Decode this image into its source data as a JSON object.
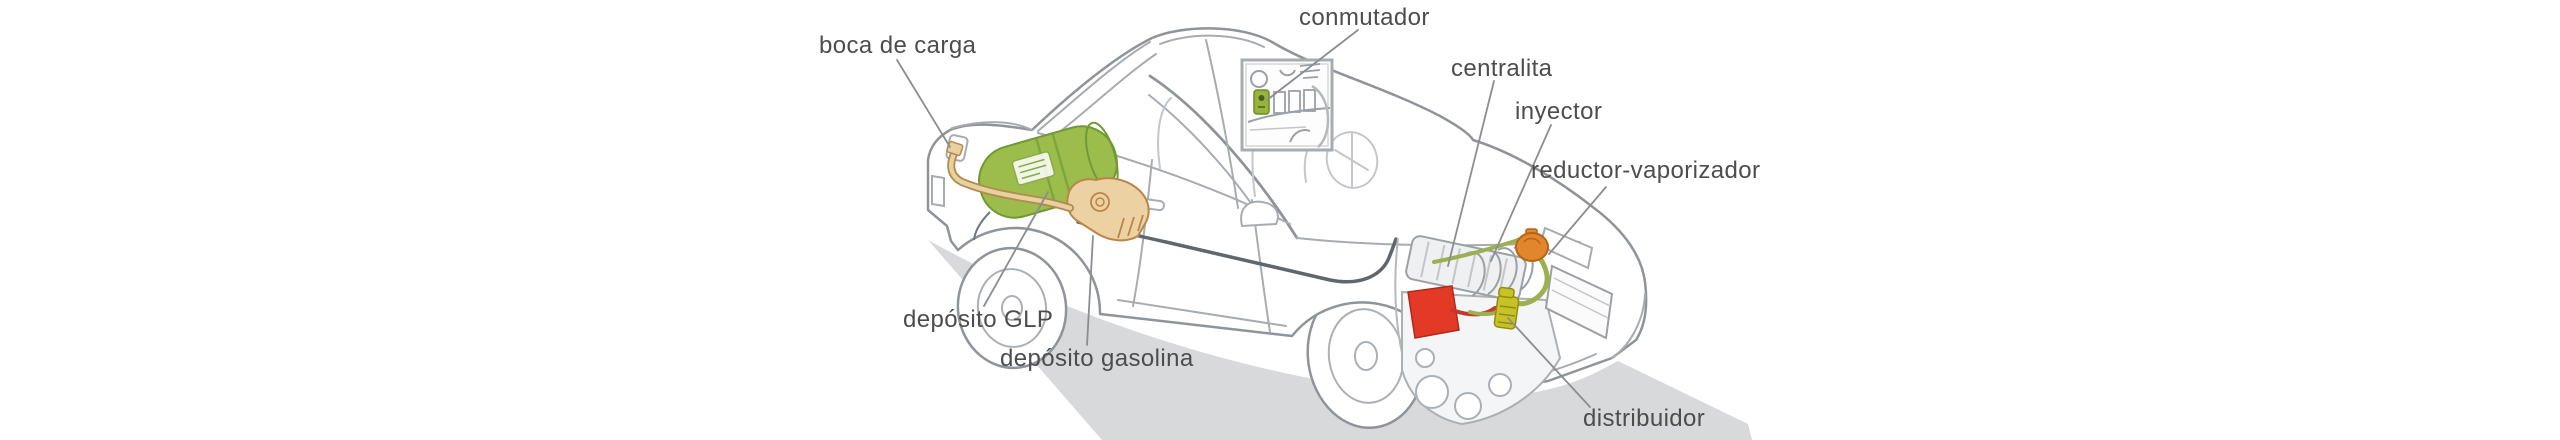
{
  "labels": {
    "boca_de_carga": "boca de carga",
    "conmutador": "conmutador",
    "centralita": "centralita",
    "inyector": "inyector",
    "reductor_vaporizador": "reductor-vaporizador",
    "deposito_glp": "depósito GLP",
    "deposito_gasolina": "depósito gasolina",
    "distribuidor": "distribuidor"
  },
  "colors": {
    "glp_tank_green": "#9cbd4b",
    "glp_tank_green_dark": "#6f9a35",
    "gasoline_tank_tan": "#ecd2a2",
    "gasoline_tank_outline": "#b9854a",
    "filler_tube_tan": "#e8d0a0",
    "filler_tube_outline": "#b08a4e",
    "engine_part_red": "#e23a26",
    "reductor_orange": "#e2862e",
    "distributor_yellow": "#c9c227",
    "hose_green": "#9cb050",
    "switch_green": "#9ab33c",
    "pipe_dark": "#5f666c",
    "line_art_grey": "#8e9499",
    "shadow_grey": "#d7d9da",
    "label_text": "#4d4d4d"
  }
}
